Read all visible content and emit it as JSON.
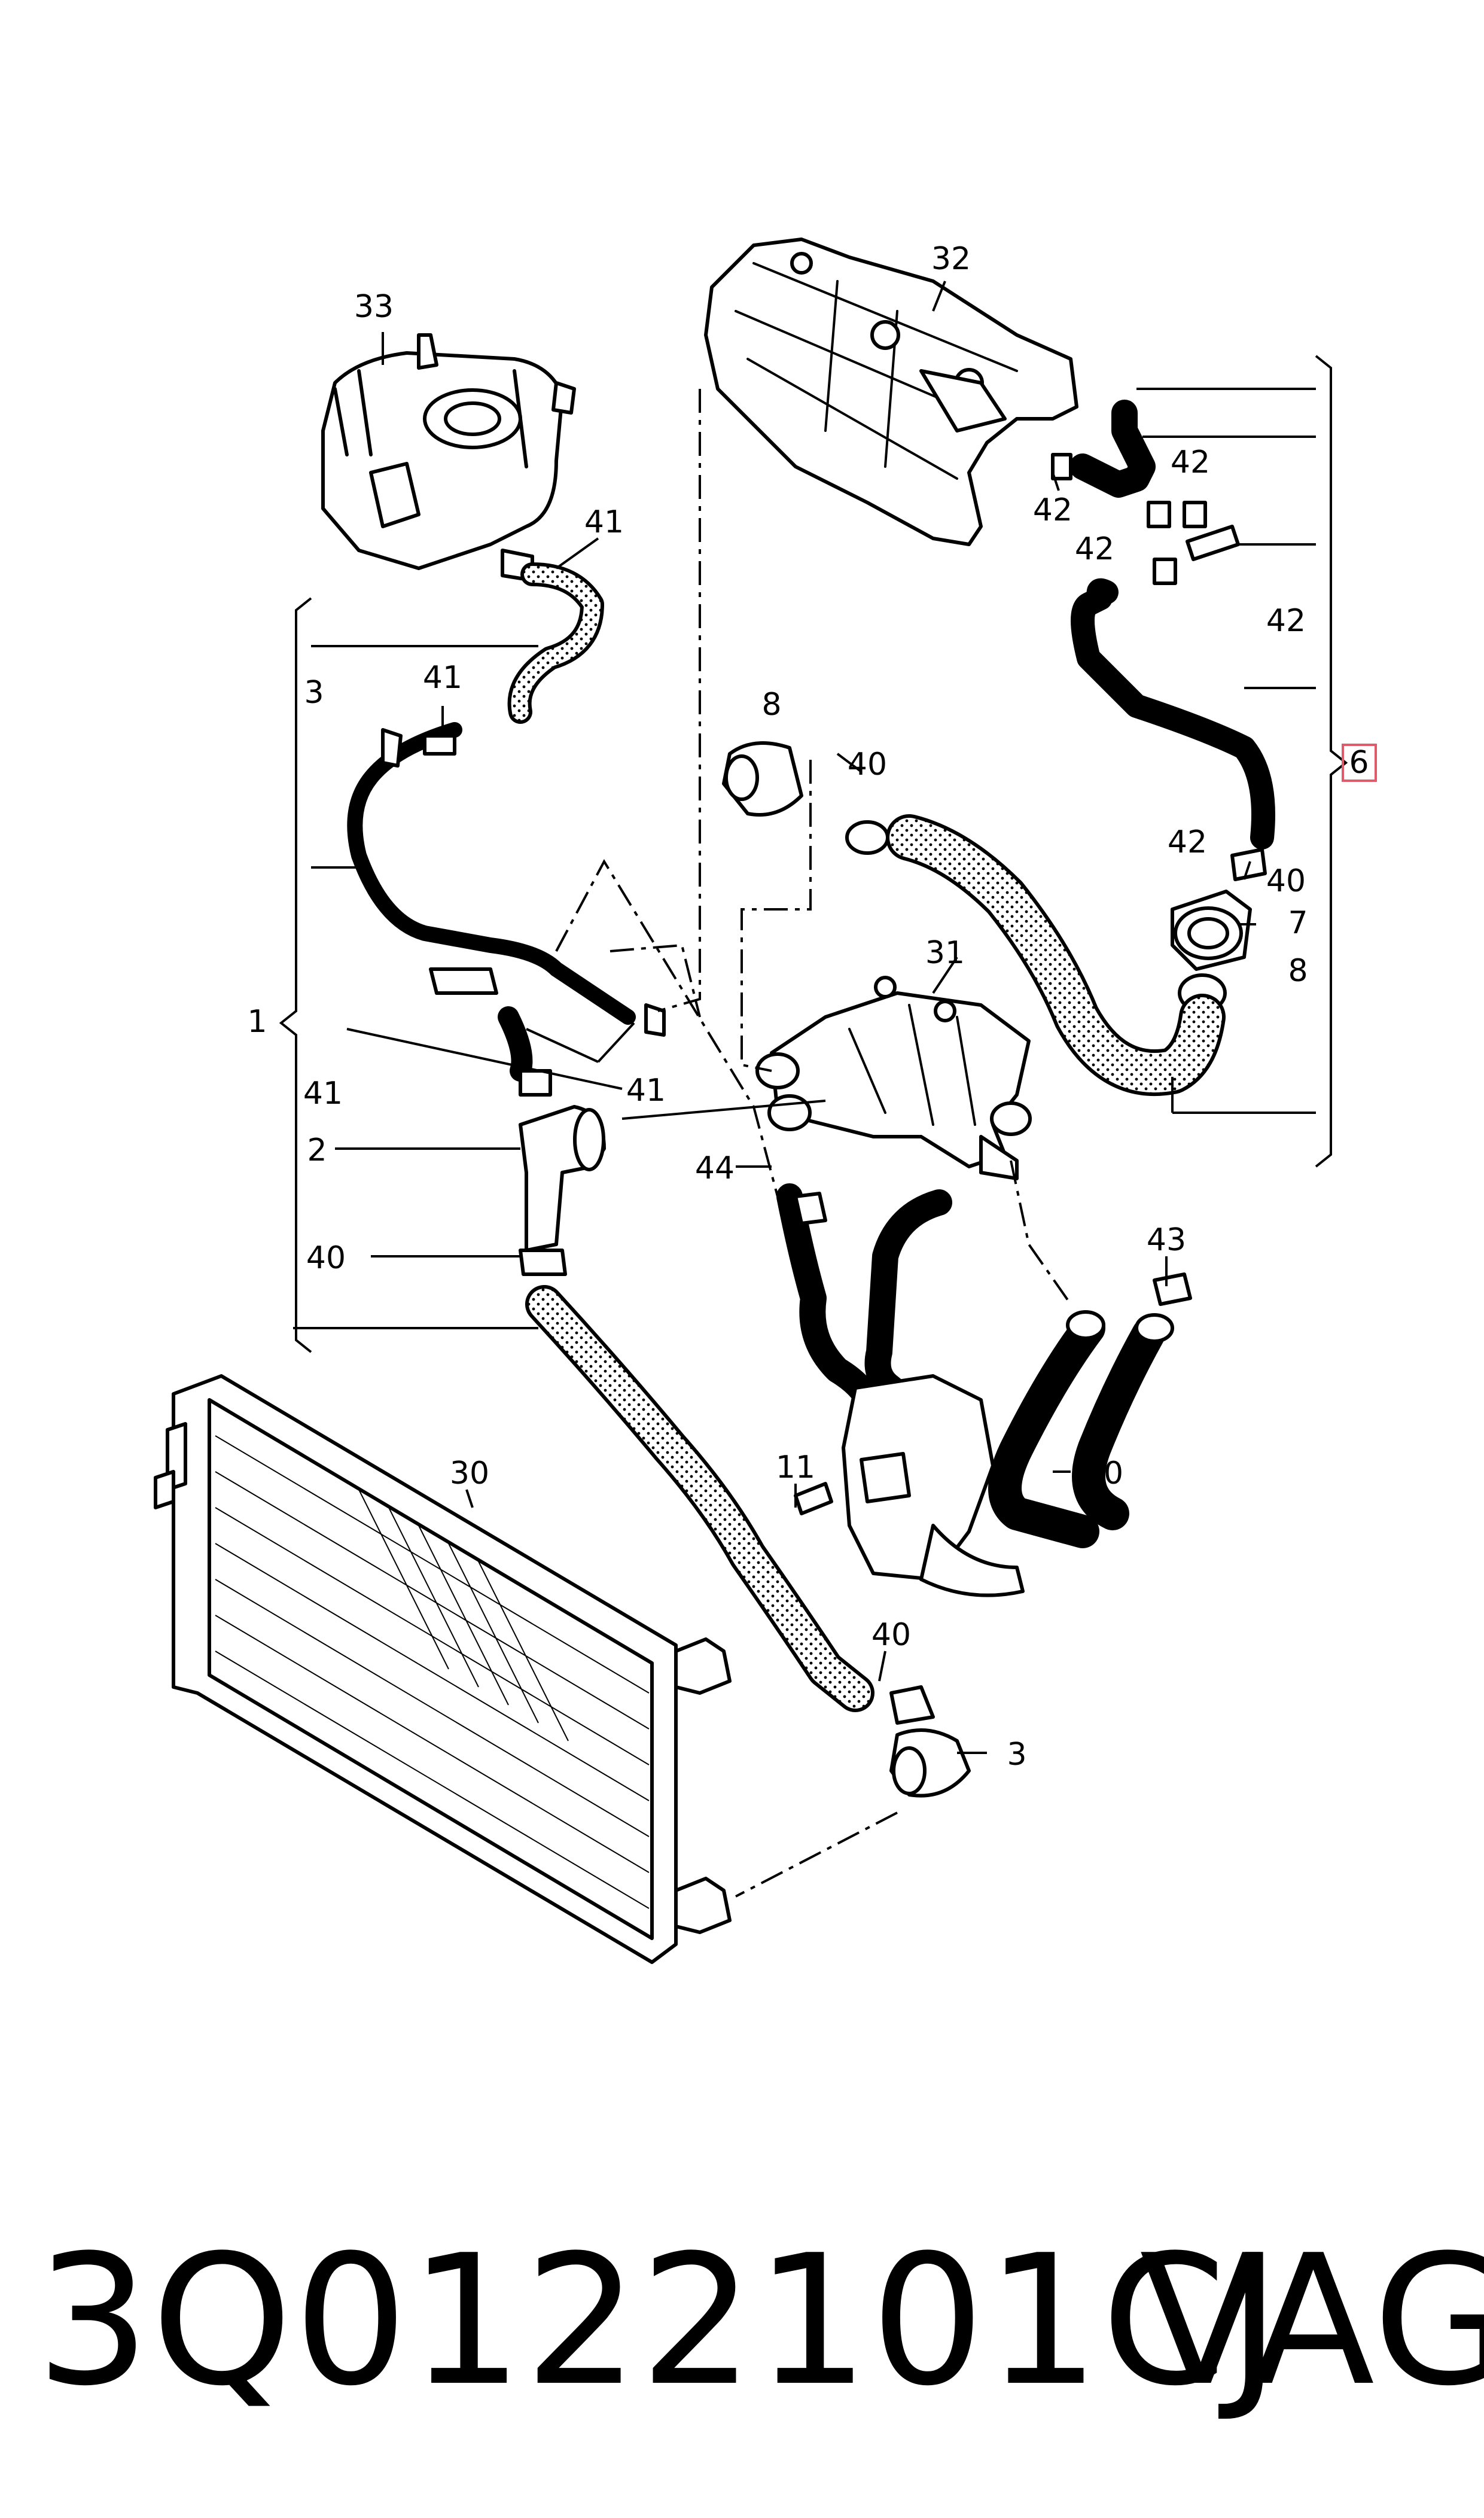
{
  "callouts": {
    "c33": "33",
    "c32": "32",
    "c41_top": "41",
    "c3_left": "3",
    "c41_mid": "41",
    "c42_a": "42",
    "c42_b": "42",
    "c42_c": "42",
    "c42_d": "42",
    "c42_e": "42",
    "c8_top": "8",
    "c40_top": "40",
    "c6": "6",
    "c40_right": "40",
    "c7": "7",
    "c8_right": "8",
    "c31": "31",
    "c1": "1",
    "c41_lower": "41",
    "c41_left": "41",
    "c2": "2",
    "c44": "44",
    "c40_left": "40",
    "c43": "43",
    "c30": "30",
    "c11": "11",
    "c10": "10",
    "c40_bottom": "40",
    "c3_bottom": "3"
  },
  "footer": {
    "part_number": "3Q0122101CJ",
    "brand": "VAG"
  },
  "colors": {
    "line": "#000000",
    "hose_fill": "#ffffff",
    "highlight_box": "#e05a6a"
  }
}
